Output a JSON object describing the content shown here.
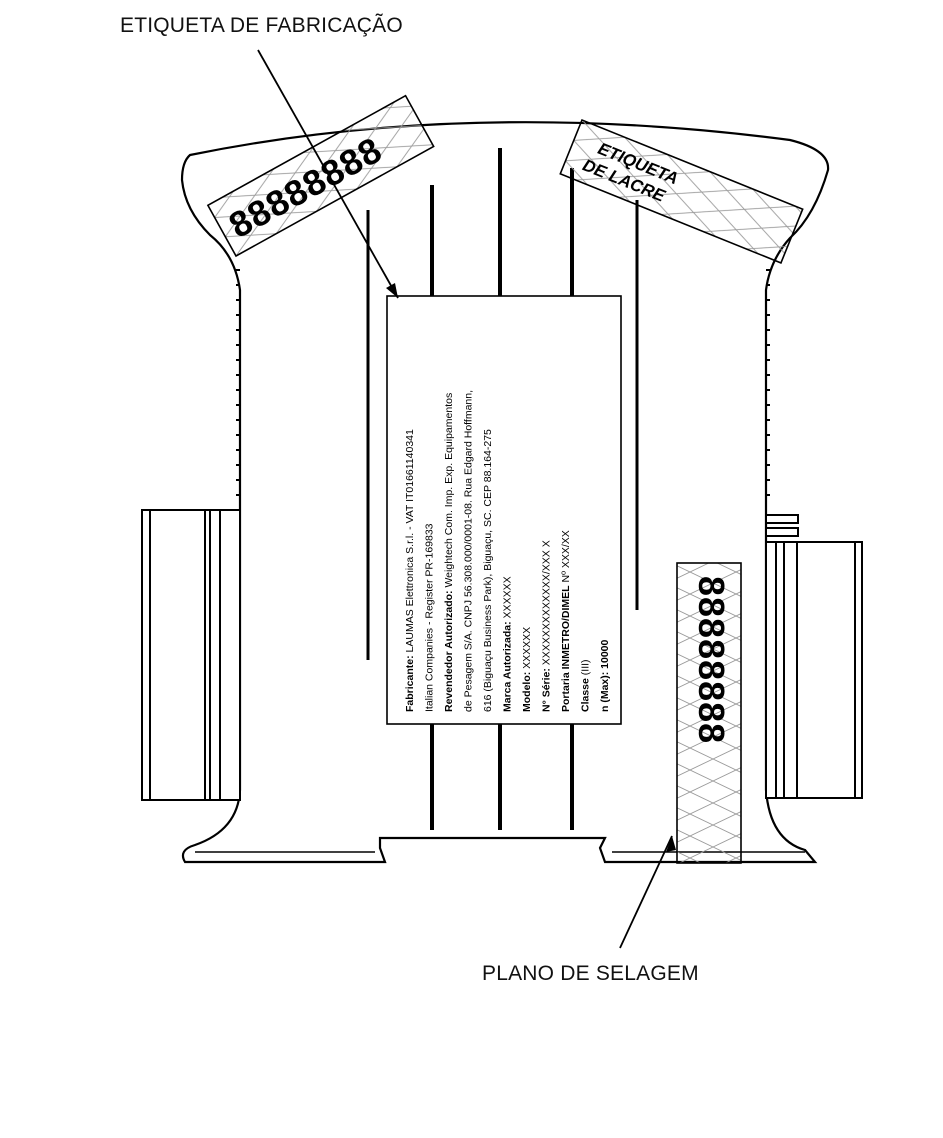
{
  "callouts": {
    "manufacturing_label": "ETIQUETA DE FABRICAÇÃO",
    "sealing_plan": "PLANO DE SELAGEM"
  },
  "seal_tag": {
    "line1": "ETIQUETA",
    "line2": "DE LACRE"
  },
  "seal_number_top": "88888888",
  "seal_number_side": "88888888",
  "plate": {
    "lines": [
      {
        "bold": "Fabricante:",
        "text": " LAUMAS Elettronica S.r.l. - VAT IT01661140341"
      },
      {
        "bold": "",
        "text": "Italian Companies - Register PR-169833"
      },
      {
        "bold": "Revendedor Autorizado:",
        "text": " Weightech Com. Imp. Exp. Equipamentos"
      },
      {
        "bold": "",
        "text": "de Pesagem S/A. CNPJ 56.308.000/0001-08. Rua Edgard Hoffmann,"
      },
      {
        "bold": "",
        "text": "616 (Biguaçu Business Park), Biguaçu, SC. CEP 88.164-275"
      },
      {
        "bold": "Marca Autorizada:",
        "text": " XXXXXX"
      },
      {
        "bold": "Modelo:",
        "text": " XXXXXX"
      },
      {
        "bold": "N° Série:",
        "text": " XXXXXXXXXXXXX/XXX X"
      },
      {
        "bold": "Portaria INMETRO/DIMEL",
        "text": " Nº XXX/XX"
      },
      {
        "bold": "Classe",
        "text": " (III)"
      },
      {
        "bold": "n (Max): 10000",
        "text": ""
      }
    ]
  }
}
